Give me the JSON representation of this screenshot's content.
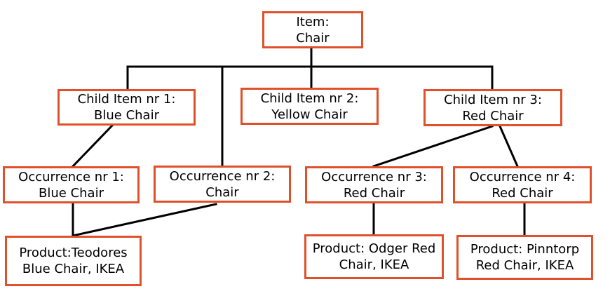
{
  "diagram": {
    "item": {
      "line1": "Item:",
      "line2": "Chair"
    },
    "child1": {
      "line1": "Child Item nr 1:",
      "line2": "Blue Chair"
    },
    "child2": {
      "line1": "Child Item nr 2:",
      "line2": "Yellow Chair"
    },
    "child3": {
      "line1": "Child Item nr 3:",
      "line2": "Red Chair"
    },
    "occurrence1": {
      "line1": "Occurrence nr 1:",
      "line2": "Blue Chair"
    },
    "occurrence2": {
      "line1": "Occurrence nr 2:",
      "line2": "Chair"
    },
    "occurrence3": {
      "line1": "Occurrence nr 3:",
      "line2": "Red Chair"
    },
    "occurrence4": {
      "line1": "Occurrence nr 4:",
      "line2": "Red Chair"
    },
    "product1": {
      "line1": "Product:Teodores",
      "line2": "Blue Chair, IKEA"
    },
    "product2": {
      "line1": "Product: Odger Red",
      "line2": "Chair, IKEA"
    },
    "product3": {
      "line1": "Product: Pinntorp",
      "line2": "Red Chair, IKEA"
    }
  },
  "colors": {
    "node_border": "#e0512b",
    "connector": "#000000",
    "text": "#000000",
    "background": "#ffffff"
  }
}
